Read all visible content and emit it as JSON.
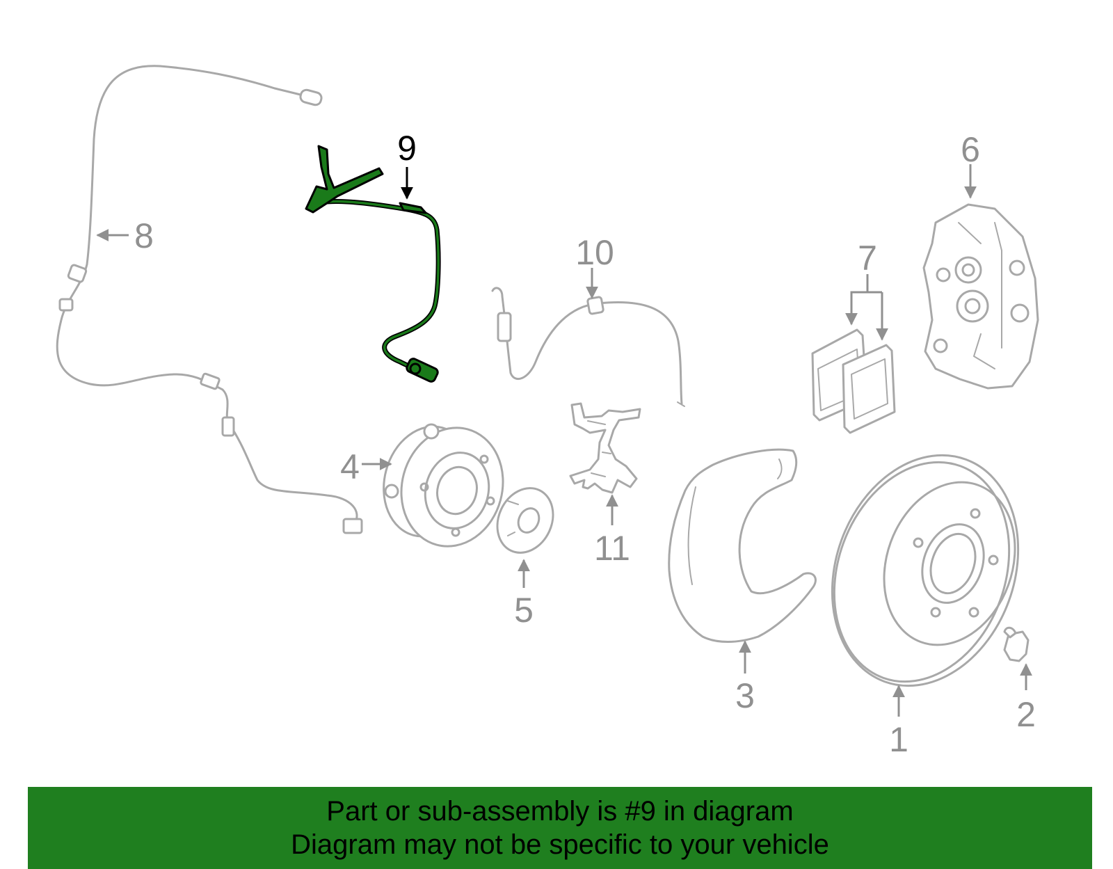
{
  "colors": {
    "highlight": "#1f7f1f",
    "part_outline": "#a8a8a8",
    "callout_text": "#909090",
    "highlight_text": "#000000",
    "banner_bg": "#1f7f1f"
  },
  "highlighted_part": "9",
  "callouts": {
    "c1": "1",
    "c2": "2",
    "c3": "3",
    "c4": "4",
    "c5": "5",
    "c6": "6",
    "c7": "7",
    "c8": "8",
    "c9": "9",
    "c10": "10",
    "c11": "11"
  },
  "banner": {
    "line1": "Part or sub-assembly is #9 in diagram",
    "line2": "Diagram may not be specific to your vehicle"
  }
}
